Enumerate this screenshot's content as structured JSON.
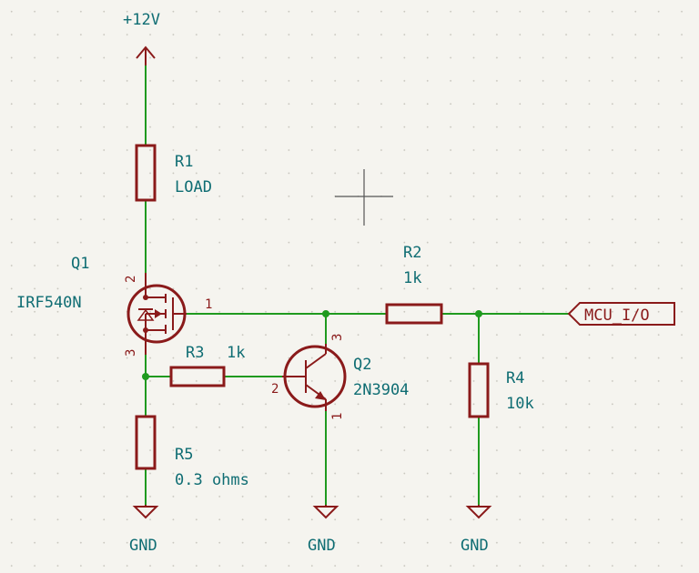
{
  "power": {
    "vcc": "+12V",
    "gnd1": "GND",
    "gnd2": "GND",
    "gnd3": "GND"
  },
  "r1": {
    "ref": "R1",
    "value": "LOAD"
  },
  "r2": {
    "ref": "R2",
    "value": "1k"
  },
  "r3": {
    "ref": "R3",
    "value": "1k"
  },
  "r4": {
    "ref": "R4",
    "value": "10k"
  },
  "r5": {
    "ref": "R5",
    "value": "0.3 ohms"
  },
  "q1": {
    "ref": "Q1",
    "value": "IRF540N",
    "pin_gate": "1",
    "pin_drain": "2",
    "pin_source": "3"
  },
  "q2": {
    "ref": "Q2",
    "value": "2N3904",
    "pin_base": "2",
    "pin_collector": "3",
    "pin_emitter": "1"
  },
  "net_label": "MCU_I/O",
  "colors": {
    "wire": "#1f9a1f",
    "component": "#8a1a1a",
    "text": "#0f6d73",
    "background": "#f5f4ef"
  }
}
